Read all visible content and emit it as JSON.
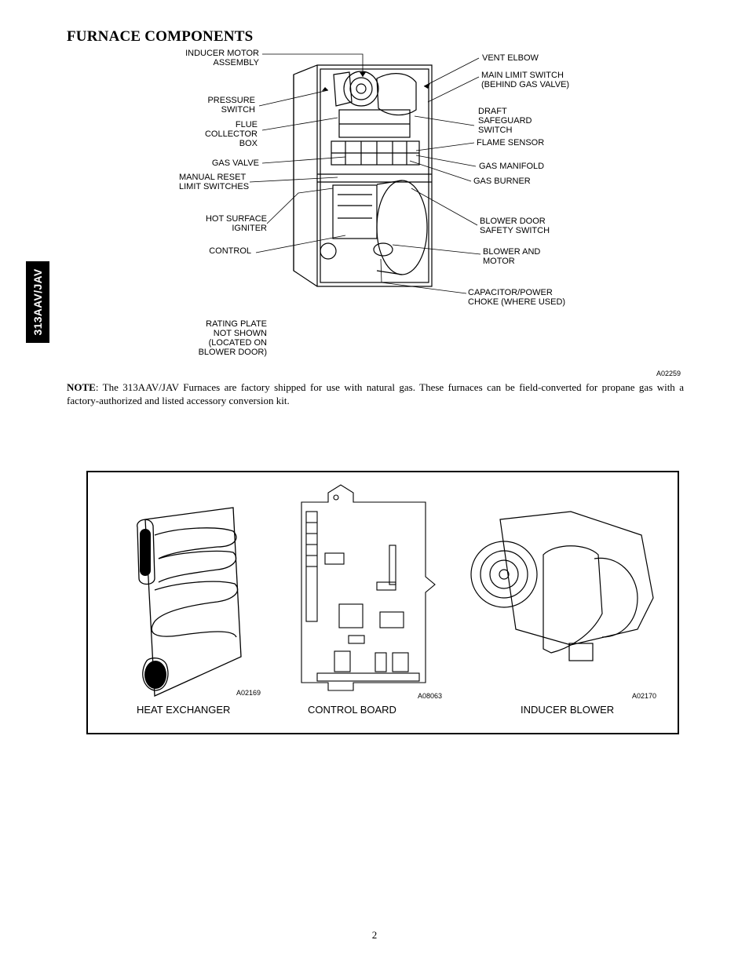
{
  "heading": "FURNACE COMPONENTS",
  "side_tab": "313AAV/JAV",
  "callouts_left": {
    "inducer_motor": "INDUCER MOTOR\nASSEMBLY",
    "pressure_switch": "PRESSURE\nSWITCH",
    "flue_collector": "FLUE\nCOLLECTOR\nBOX",
    "gas_valve": "GAS VALVE",
    "manual_reset": "MANUAL RESET\nLIMIT SWITCHES",
    "hot_surface": "HOT SURFACE\nIGNITER",
    "control": "CONTROL",
    "rating_plate": "RATING PLATE\nNOT SHOWN\n(LOCATED ON\nBLOWER DOOR)"
  },
  "callouts_right": {
    "vent_elbow": "VENT ELBOW",
    "main_limit": "MAIN LIMIT SWITCH\n(BEHIND GAS VALVE)",
    "draft_safeguard": "DRAFT\nSAFEGUARD\nSWITCH",
    "flame_sensor": "FLAME SENSOR",
    "gas_manifold": "GAS MANIFOLD",
    "gas_burner": "GAS BURNER",
    "blower_door": "BLOWER DOOR\nSAFETY SWITCH",
    "blower_motor": "BLOWER AND\nMOTOR",
    "capacitor": "CAPACITOR/POWER\nCHOKE (WHERE USED)"
  },
  "figure_code_main": "A02259",
  "note": {
    "label": "NOTE",
    "text": ":  The 313AAV/JAV Furnaces are factory shipped for use with natural gas.  These furnaces can be field‑converted for propane gas with a factory‑authorized and listed accessory conversion kit."
  },
  "parts": [
    {
      "code": "A02169",
      "caption": "HEAT EXCHANGER"
    },
    {
      "code": "A08063",
      "caption": "CONTROL BOARD"
    },
    {
      "code": "A02170",
      "caption": "INDUCER BLOWER"
    }
  ],
  "page_number": "2"
}
